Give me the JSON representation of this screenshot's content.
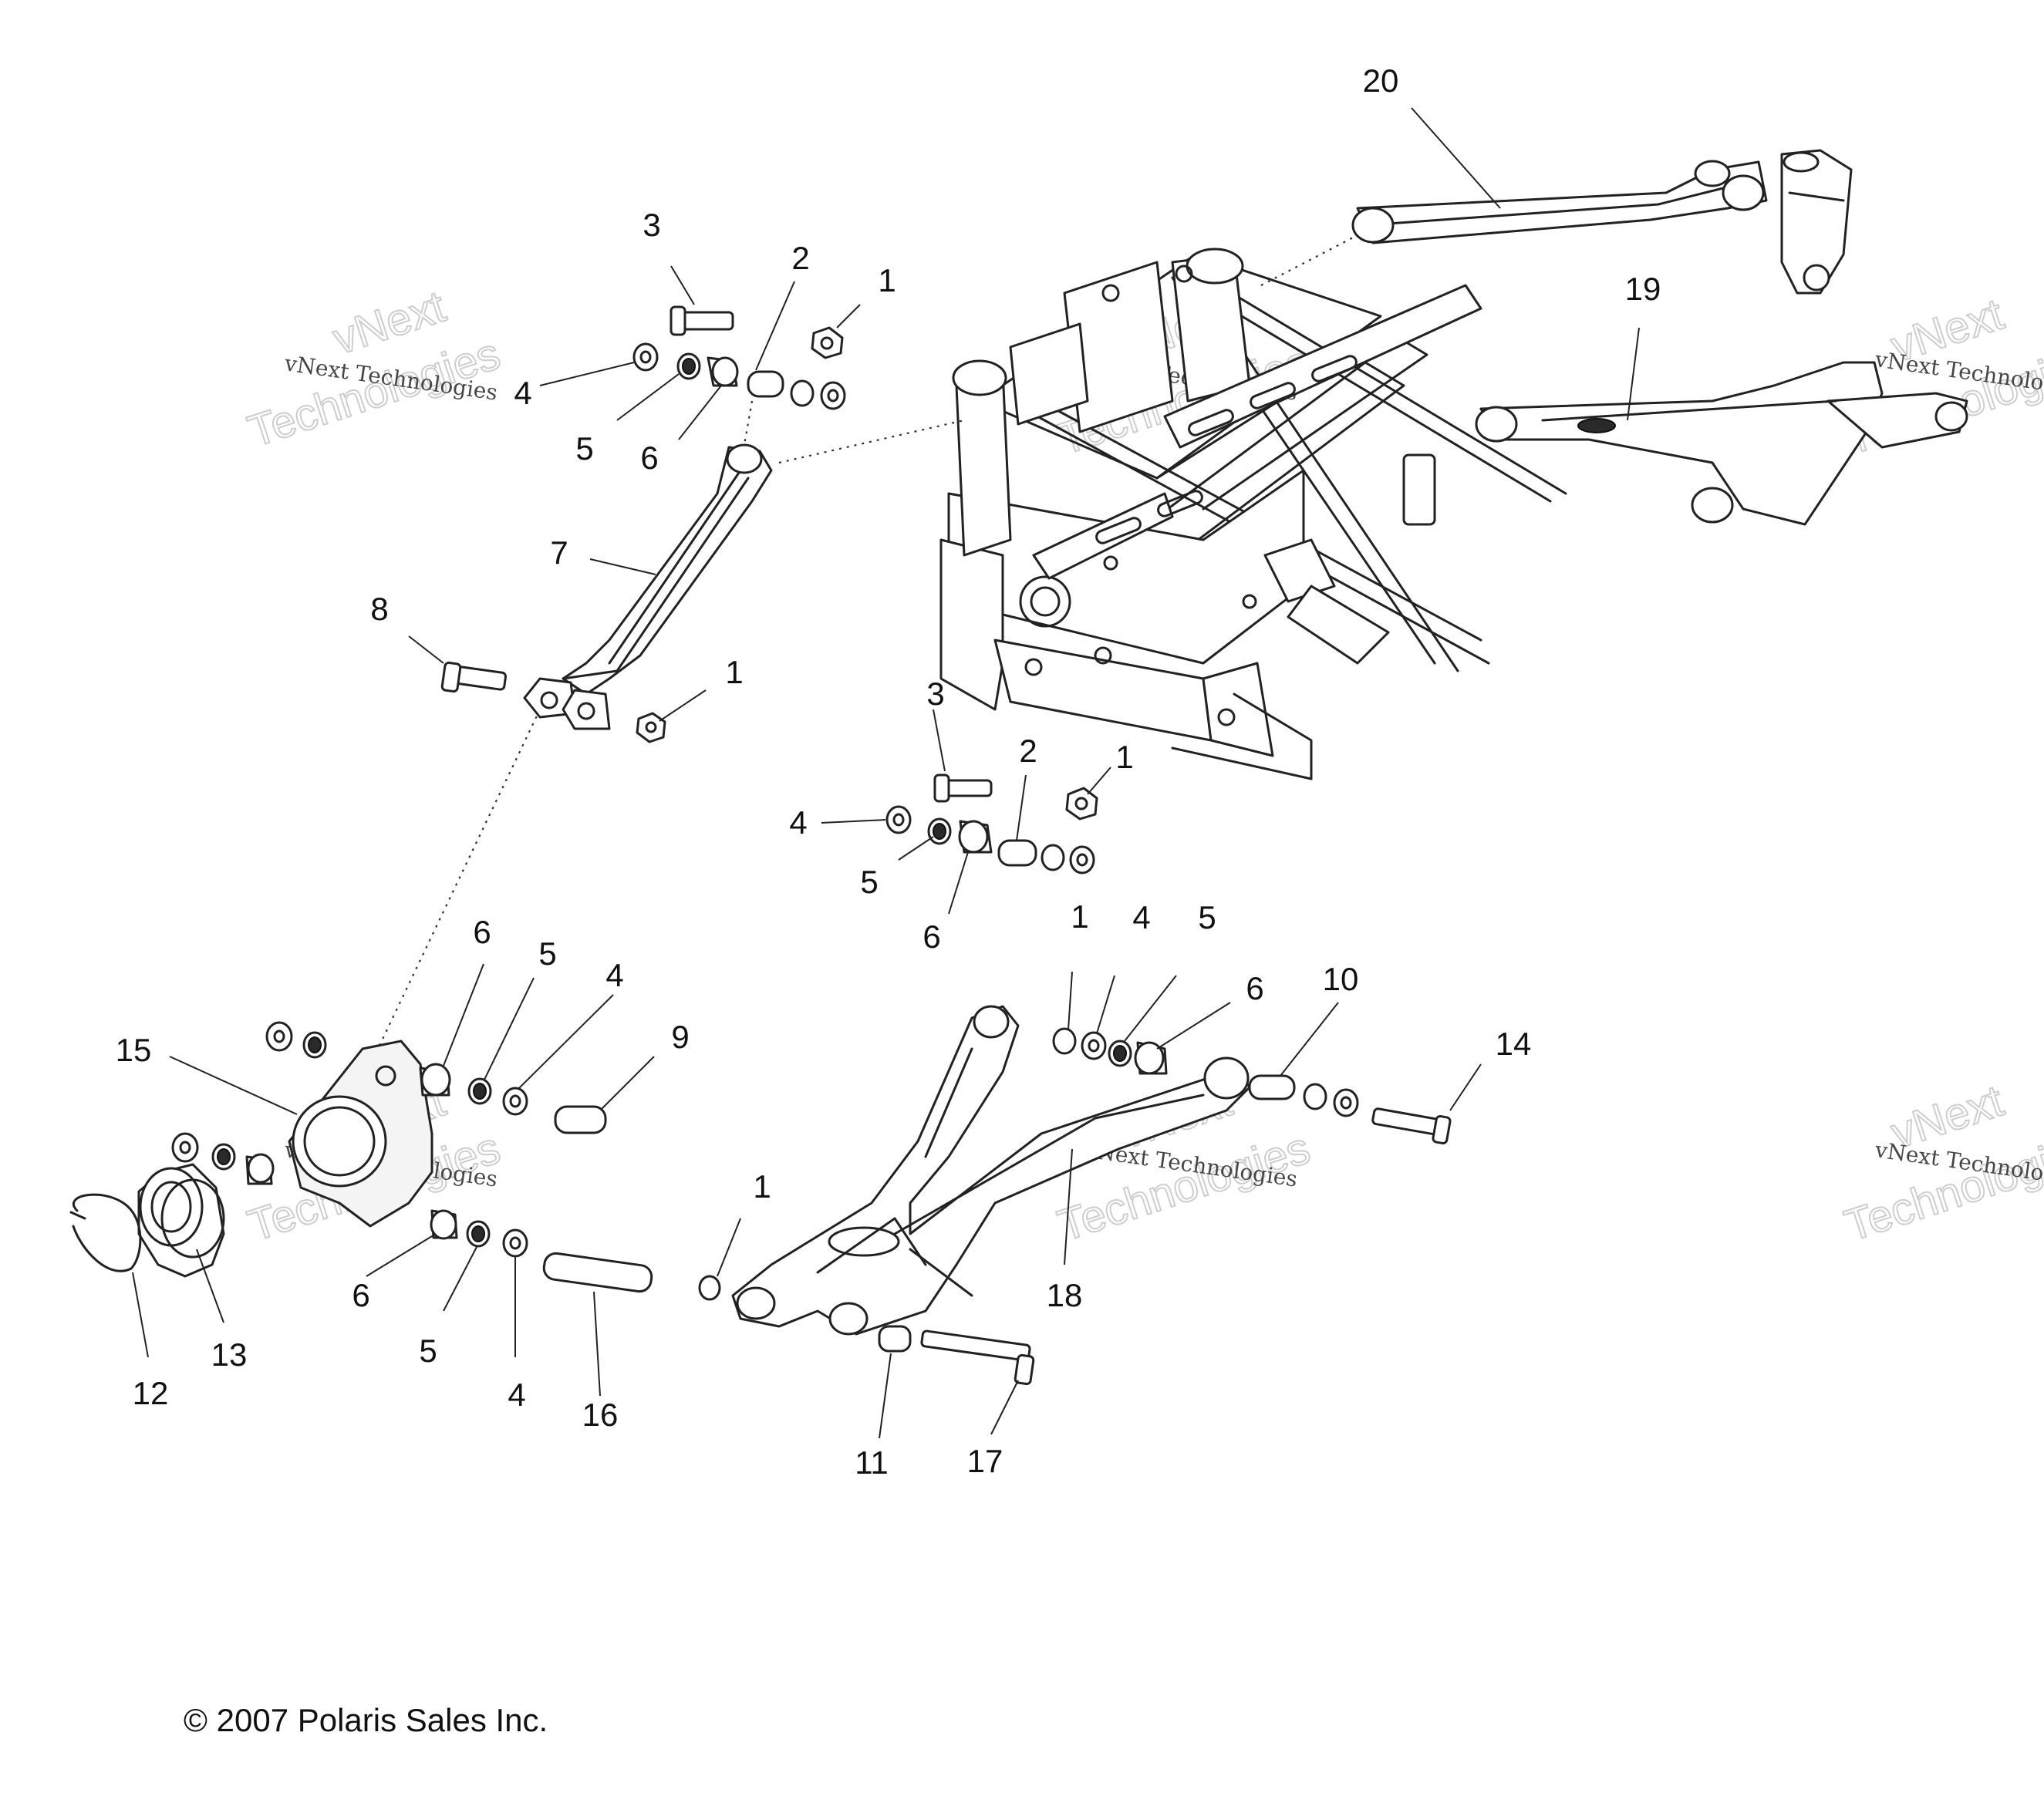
{
  "callouts": [
    {
      "id": "c-20a",
      "label": "20"
    },
    {
      "id": "c-3a",
      "label": "3"
    },
    {
      "id": "c-2a",
      "label": "2"
    },
    {
      "id": "c-1a",
      "label": "1"
    },
    {
      "id": "c-19",
      "label": "19"
    },
    {
      "id": "c-4a",
      "label": "4"
    },
    {
      "id": "c-5a",
      "label": "5"
    },
    {
      "id": "c-6a",
      "label": "6"
    },
    {
      "id": "c-7",
      "label": "7"
    },
    {
      "id": "c-8",
      "label": "8"
    },
    {
      "id": "c-1b",
      "label": "1"
    },
    {
      "id": "c-3b",
      "label": "3"
    },
    {
      "id": "c-2b",
      "label": "2"
    },
    {
      "id": "c-1c",
      "label": "1"
    },
    {
      "id": "c-4b",
      "label": "4"
    },
    {
      "id": "c-5b",
      "label": "5"
    },
    {
      "id": "c-6b",
      "label": "6"
    },
    {
      "id": "c-1d",
      "label": "1"
    },
    {
      "id": "c-4c",
      "label": "4"
    },
    {
      "id": "c-5c",
      "label": "5"
    },
    {
      "id": "c-6c",
      "label": "6"
    },
    {
      "id": "c-10",
      "label": "10"
    },
    {
      "id": "c-14",
      "label": "14"
    },
    {
      "id": "c-6d",
      "label": "6"
    },
    {
      "id": "c-5d",
      "label": "5"
    },
    {
      "id": "c-4d",
      "label": "4"
    },
    {
      "id": "c-9",
      "label": "9"
    },
    {
      "id": "c-15",
      "label": "15"
    },
    {
      "id": "c-1e",
      "label": "1"
    },
    {
      "id": "c-18",
      "label": "18"
    },
    {
      "id": "c-6e",
      "label": "6"
    },
    {
      "id": "c-5e",
      "label": "5"
    },
    {
      "id": "c-4e",
      "label": "4"
    },
    {
      "id": "c-16",
      "label": "16"
    },
    {
      "id": "c-13",
      "label": "13"
    },
    {
      "id": "c-12",
      "label": "12"
    },
    {
      "id": "c-11",
      "label": "11"
    },
    {
      "id": "c-17",
      "label": "17"
    }
  ],
  "copyright": "© 2007 Polaris Sales Inc.",
  "watermark": {
    "line1": "vNext Technologies",
    "big_top": "vNext",
    "big_bottom": "Technologies"
  }
}
